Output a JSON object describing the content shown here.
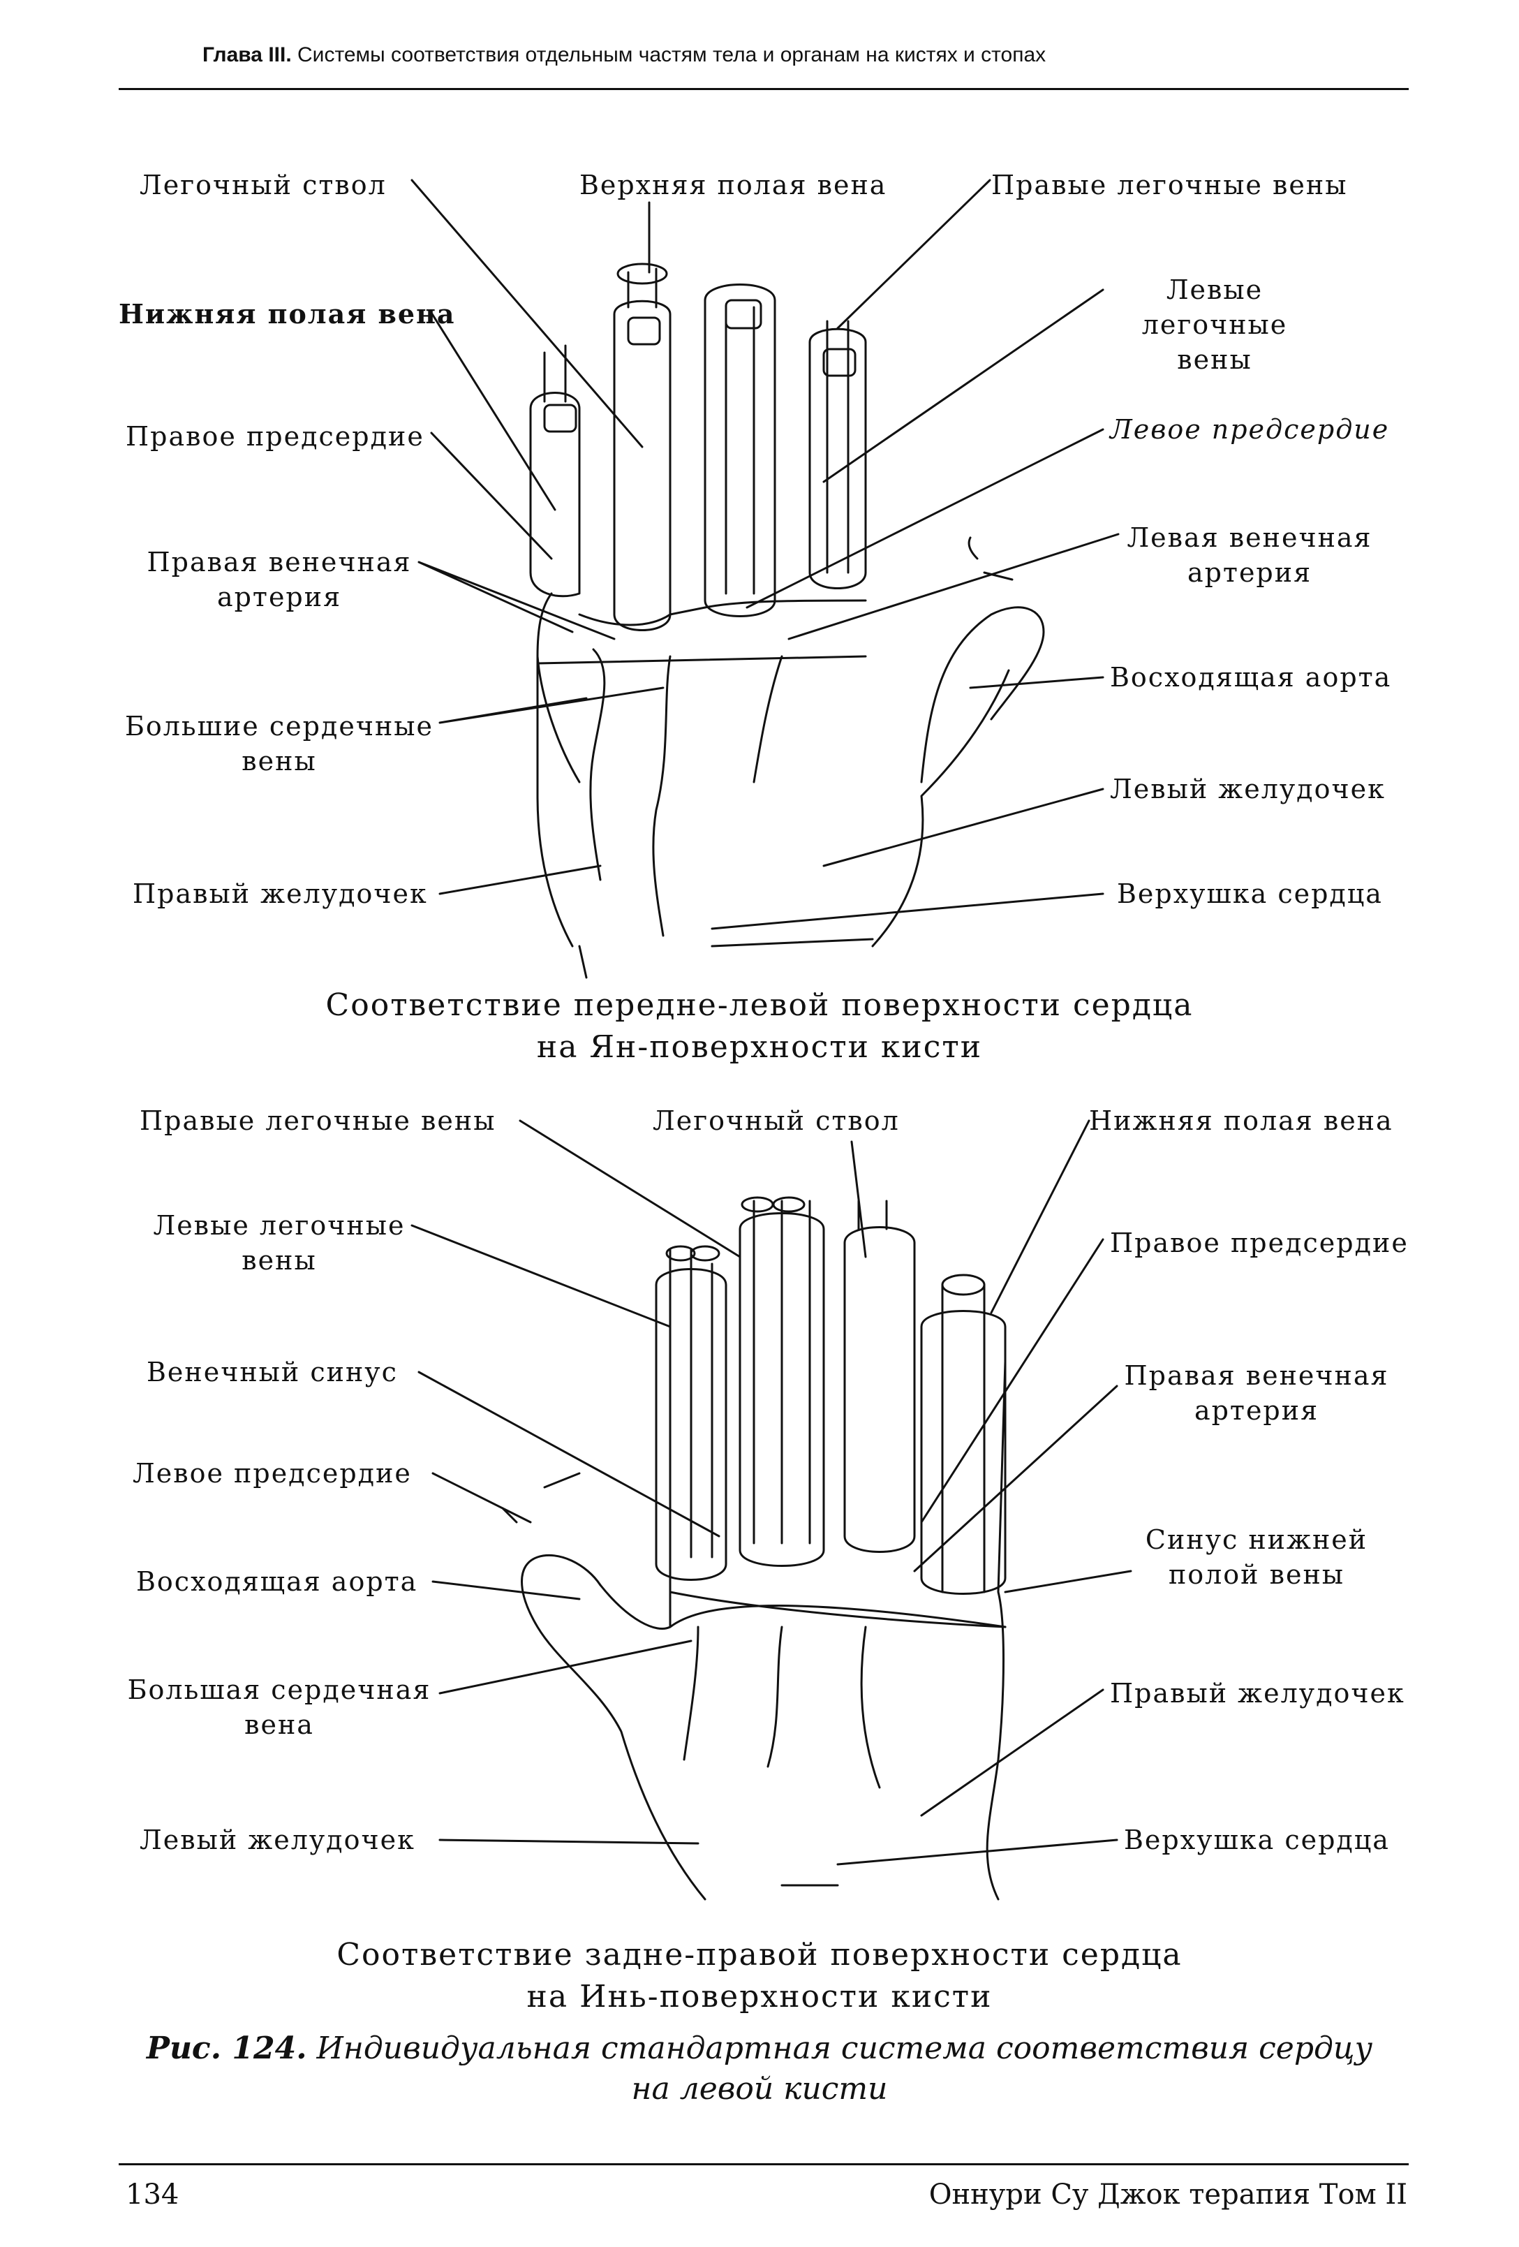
{
  "header": {
    "chapter": "Глава III.",
    "title": "Системы соответствия отдельным частям тела и органам на кистях и стопах"
  },
  "top_figure": {
    "labels": [
      "Легочный ствол",
      "Верхняя полая вена",
      "Правые легочные вены",
      "Нижняя полая вена",
      "Левые легочные вены",
      "Правое предсердие",
      "Левое предсердие",
      "Правая венечная артерия",
      "Левая венечная артерия",
      "Восходящая аорта",
      "Большие сердечные вены",
      "Левый желудочек",
      "Правый желудочек",
      "Верхушка сердца"
    ],
    "caption_line1": "Соответствие передне-левой поверхности сердца",
    "caption_line2": "на Ян-поверхности кисти"
  },
  "bottom_figure": {
    "labels": [
      "Правые легочные вены",
      "Легочный ствол",
      "Нижняя полая вена",
      "Левые легочные вены",
      "Правое предсердие",
      "Венечный синус",
      "Правая венечная артерия",
      "Левое предсердие",
      "Синус нижней полой вены",
      "Восходящая аорта",
      "Большая сердечная вена",
      "Правый желудочек",
      "Левый желудочек",
      "Верхушка сердца"
    ],
    "caption_line1": "Соответствие задне-правой поверхности сердца",
    "caption_line2": "на Инь-поверхности кисти"
  },
  "figure_caption": {
    "number": "Рис. 124.",
    "text_line1": "Индивидуальная стандартная система соответствия сердцу",
    "text_line2": "на левой кисти"
  },
  "footer": {
    "page_number": "134",
    "book_title": "Оннури Су Джок терапия Том II"
  }
}
